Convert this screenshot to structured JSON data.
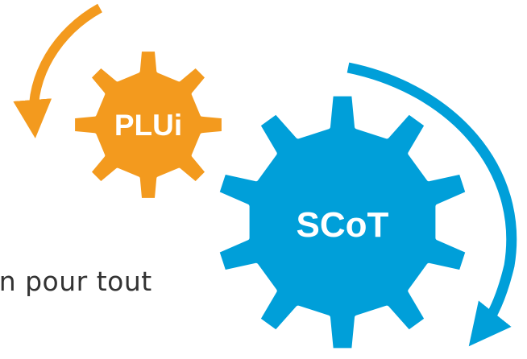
{
  "diagram": {
    "gears": [
      {
        "id": "plui",
        "label": "PLUi",
        "color": "#F39A1E",
        "rotation": "counter-clockwise"
      },
      {
        "id": "scot",
        "label": "SCoT",
        "color": "#009FD9",
        "rotation": "clockwise"
      }
    ],
    "caption": "on pour tout",
    "colors": {
      "orange": "#F39A1E",
      "blue": "#009FD9",
      "text": "#333333",
      "background": "#FFFFFF"
    }
  }
}
